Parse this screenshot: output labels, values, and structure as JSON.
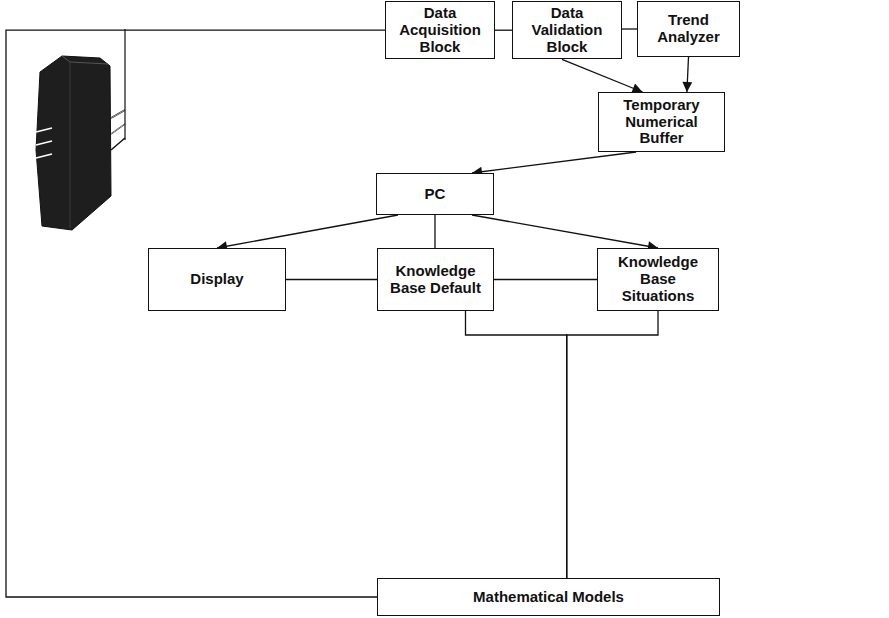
{
  "diagram": {
    "nodes": [
      {
        "text": [
          "Data Acquisition Block"
        ]
      },
      {
        "text": [
          "Data Validation Block"
        ]
      },
      {
        "text": [
          "Trend Analyzer"
        ]
      },
      {
        "text": [
          "Temporary Numerical Buffer"
        ]
      },
      {
        "text": [
          "PC"
        ]
      },
      {
        "text": [
          "Display"
        ]
      },
      {
        "text": [
          "Knowledge Base Default"
        ]
      },
      {
        "text": [
          "Knowledge Base Situations"
        ]
      },
      {
        "text": [
          "Mathematical Models"
        ]
      }
    ],
    "edges": [
      {
        "from": 0,
        "to": 1,
        "arrow": "none"
      },
      {
        "from": 1,
        "to": 2,
        "arrow": "none"
      },
      {
        "from": 1,
        "to": 3,
        "arrow": "to"
      },
      {
        "from": 2,
        "to": 3,
        "arrow": "to"
      },
      {
        "from": 3,
        "to": 4,
        "arrow": "to"
      },
      {
        "from": 4,
        "to": 5,
        "arrow": "to"
      },
      {
        "from": 4,
        "to": 6,
        "arrow": "none"
      },
      {
        "from": 4,
        "to": 7,
        "arrow": "to"
      },
      {
        "from": 5,
        "to": 6,
        "arrow": "none"
      },
      {
        "from": 6,
        "to": 7,
        "arrow": "none"
      },
      {
        "from": 6,
        "to": 8,
        "arrow": "none"
      },
      {
        "from": 7,
        "to": 8,
        "arrow": "none"
      },
      {
        "from": 0,
        "to": 8,
        "arrow": "none"
      }
    ]
  }
}
